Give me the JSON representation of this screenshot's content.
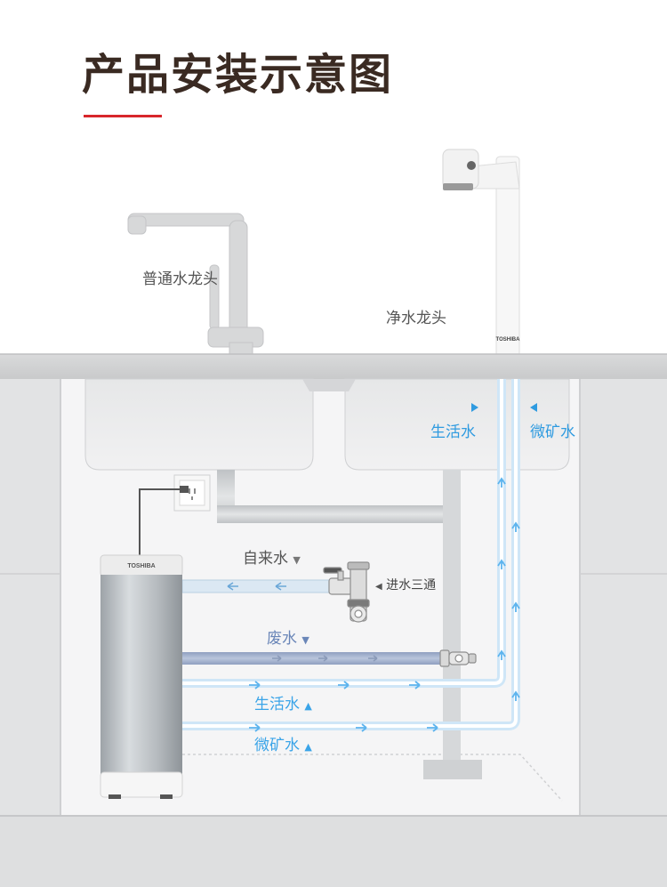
{
  "title": "产品安装示意图",
  "colors": {
    "title": "#3a2a22",
    "accent_red": "#d8262b",
    "water_blue": "#2f9be0",
    "label_gray": "#555555"
  },
  "labels": {
    "ordinary_faucet": "普通水龙头",
    "purified_faucet": "净水龙头",
    "living_water_top": "生活水",
    "mineral_water_top": "微矿水",
    "tap_water": "自来水",
    "inlet_tee": "进水三通",
    "waste_water": "废水",
    "living_water_bottom": "生活水",
    "mineral_water_bottom": "微矿水"
  },
  "brand": {
    "purifier": "TOSHIBA",
    "faucet": "TOSHIBA"
  },
  "icons": {
    "arrow_down": "▼",
    "arrow_up": "▲",
    "arrow_left": "◀",
    "arrow_right": "▶"
  }
}
